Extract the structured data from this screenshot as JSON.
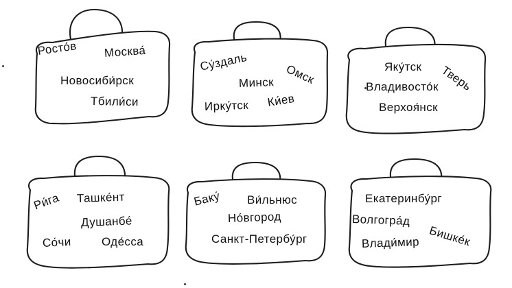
{
  "page": {
    "kind": "textbook-exercise",
    "background_color": "#ffffff",
    "ink_color": "#1c1c1c"
  },
  "bags": [
    {
      "name": "suitcase-1",
      "cities": [
        "Росто́в",
        "Москва́",
        "Новосиби́рск",
        "Тбили́си"
      ]
    },
    {
      "name": "suitcase-2",
      "cities": [
        "Су́здаль",
        "Омск",
        "Минск",
        "Ирку́тск",
        "Ки́ев"
      ]
    },
    {
      "name": "suitcase-3",
      "cities": [
        "Яку́тск",
        "Тверь",
        "Владивосто́к",
        "Верхоя́нск"
      ]
    },
    {
      "name": "suitcase-4",
      "cities": [
        "Ри́га",
        "Ташке́нт",
        "Душанбе́",
        "Со́чи",
        "Оде́сса"
      ]
    },
    {
      "name": "suitcase-5",
      "cities": [
        "Баку́",
        "Ви́льнюс",
        "Но́вгород",
        "Санкт-Петербу́рг"
      ]
    },
    {
      "name": "suitcase-6",
      "cities": [
        "Екатеринбу́рг",
        "Волгогра́д",
        "Бишке́к",
        "Влади́мир"
      ]
    }
  ]
}
